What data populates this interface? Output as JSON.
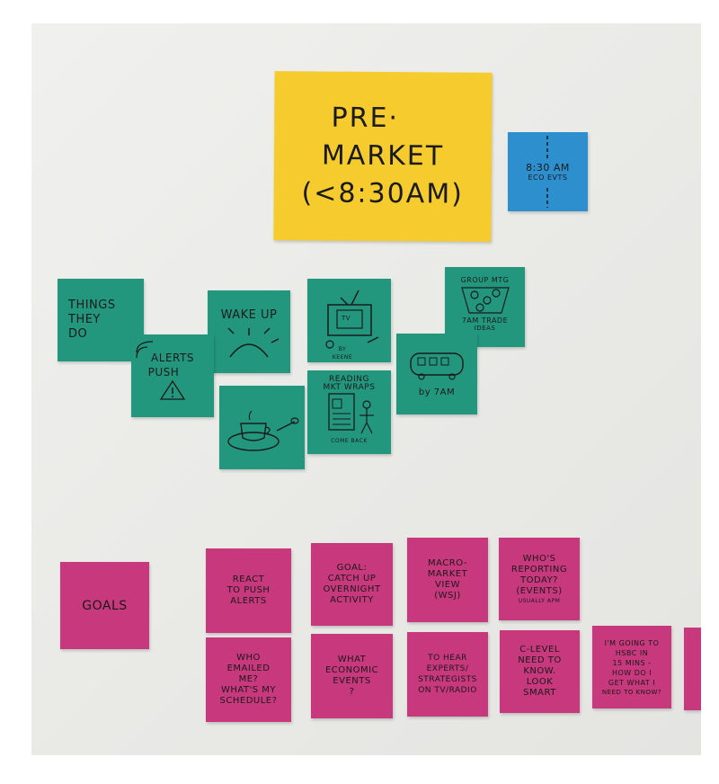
{
  "header_note": {
    "line1": "PRE·",
    "line2": "MARKET",
    "line3": "(<8:30AM)"
  },
  "time_note": {
    "line1": "8:30 AM",
    "line2": "ECO EVTS"
  },
  "activities": {
    "things": [
      "THINGS",
      "THEY",
      "DO"
    ],
    "wakeup": "WAKE UP",
    "tv_label": "TV",
    "tv_sub": "BY KEENE",
    "group_mtg": "GROUP MTG",
    "trade_ideas": [
      "7AM TRADE",
      "IDEAS"
    ],
    "alerts": [
      "ALERTS",
      "PUSH"
    ],
    "reading": [
      "READING",
      "MKT WRAPS"
    ],
    "reading_sub": "COME BACK",
    "bus_sub": "by 7AM"
  },
  "goals": {
    "label": "GOALS",
    "row1": [
      [
        "REACT",
        "TO PUSH",
        "ALERTS"
      ],
      [
        "GOAL:",
        "CATCH UP",
        "OVERNIGHT",
        "ACTIVITY"
      ],
      [
        "MACRO-",
        "MARKET",
        "VIEW",
        "(WSJ)"
      ],
      [
        "WHO'S",
        "REPORTING",
        "TODAY?",
        "(EVENTS)",
        "USUALLY APM"
      ]
    ],
    "row2": [
      [
        "WHO",
        "EMAILED",
        "ME?",
        "WHAT'S MY",
        "SCHEDULE?"
      ],
      [
        "WHAT",
        "ECONOMIC",
        "EVENTS",
        "?"
      ],
      [
        "TO HEAR",
        "EXPERTS/",
        "STRATEGISTS",
        "ON TV/RADIO"
      ],
      [
        "C-LEVEL",
        "NEED TO",
        "KNOW.",
        "LOOK",
        "SMART"
      ],
      [
        "I'M GOING TO",
        "HSBC IN",
        "15 MINS -",
        "HOW DO I",
        "GET WHAT I",
        "NEED TO KNOW?"
      ]
    ]
  },
  "colors": {
    "yellow": "#f6cb2d",
    "blue": "#2d8fce",
    "teal": "#23977e",
    "pink": "#c7387d",
    "wall": "#ececea"
  }
}
